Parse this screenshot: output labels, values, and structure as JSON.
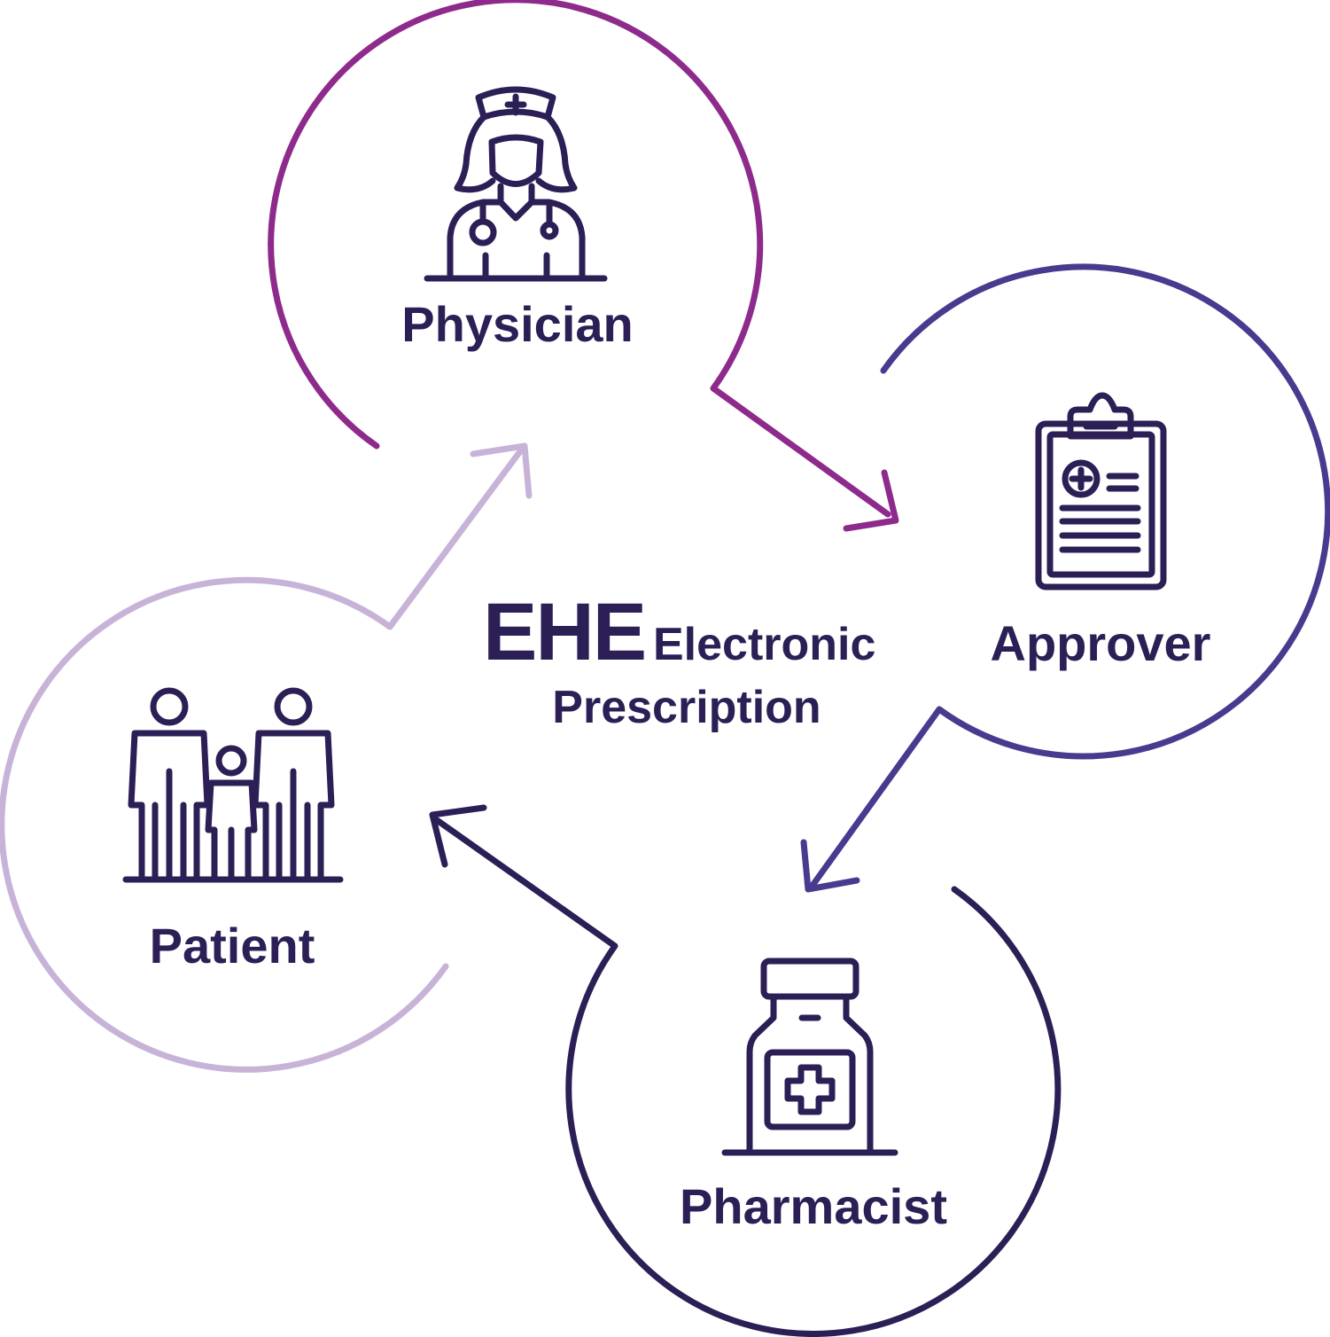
{
  "title": {
    "abbrev": "EHE",
    "line1": "Electronic",
    "line2": "Prescription"
  },
  "nodes": {
    "physician": {
      "label": "Physician",
      "icon": "nurse-icon",
      "color": "#8e2a8b"
    },
    "approver": {
      "label": "Approver",
      "icon": "clipboard-icon",
      "color": "#483a8e"
    },
    "pharmacist": {
      "label": "Pharmacist",
      "icon": "medicine-bottle-icon",
      "color": "#2b1f55"
    },
    "patient": {
      "label": "Patient",
      "icon": "family-icon",
      "color": "#c8b3d8"
    }
  },
  "flow": [
    "physician",
    "approver",
    "pharmacist",
    "patient"
  ],
  "colors": {
    "text": "#2b1f55",
    "physician_ring": "#8e2a8b",
    "approver_ring": "#483a8e",
    "pharmacist_ring": "#2b1f55",
    "patient_ring": "#c8b3d8"
  }
}
